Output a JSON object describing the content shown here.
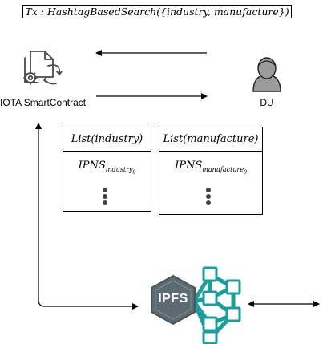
{
  "tx": {
    "label": "Tx : HashtagBasedSearch({industry, manufacture})"
  },
  "contract": {
    "label": "IOTA SmartContract"
  },
  "du": {
    "label": "DU"
  },
  "lists": [
    {
      "header": "List(industry)",
      "item_main": "IPNS",
      "item_sub": "industry",
      "item_subsub": "0"
    },
    {
      "header": "List(manufacture)",
      "item_main": "IPNS",
      "item_sub": "manufacture",
      "item_subsub": "0"
    }
  ],
  "ipfs": {
    "logo_text": "IPFS"
  },
  "colors": {
    "network": "#1b9e9a",
    "ipfs_hex": "#5d6a72",
    "contract_icon": "#4a4a4a",
    "user_icon": "#9b9b9b"
  }
}
